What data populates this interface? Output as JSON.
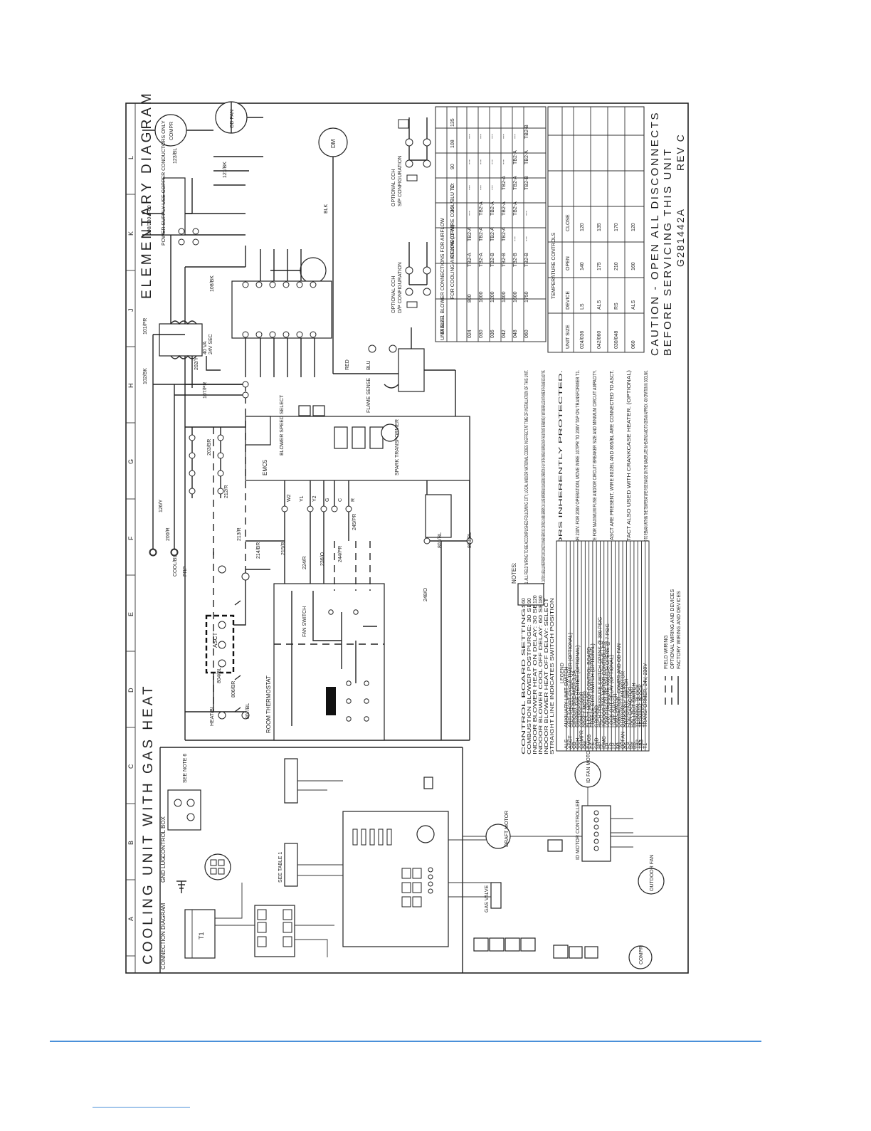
{
  "diagram": {
    "left_title": "COOLING UNIT WITH GAS HEAT",
    "right_title": "ELEMENTARY DIAGRAM",
    "connection_diagram_label": "CONNECTION DIAGRAM",
    "control_box_label": "CONTROL BOX",
    "gnd_lug_label": "GND LUG",
    "power_supply_label": "POWER SUPPLY USE COPPER CONDUCTORS ONLY",
    "power_supply_voltage": "208/230-3-60",
    "caution_line1": "CAUTION - OPEN ALL DISCONNECTS",
    "caution_line2": "BEFORE SERVICING THIS UNIT",
    "drawing_number": "G281442A",
    "revision": "REV C",
    "grid_letters": [
      "A",
      "B",
      "C",
      "D",
      "E",
      "F",
      "G",
      "H",
      "J",
      "K",
      "L"
    ],
    "transformer_label": "T1",
    "transformer_rating": "40 VA",
    "transformer_sec": "24V SEC",
    "room_thermostat_label": "ROOM THERMOSTAT",
    "fan_switch_label": "FAN SWITCH",
    "ignition_board_label": "EMC5",
    "board_terms": [
      "W2",
      "Y1",
      "Y2",
      "G",
      "C",
      "R"
    ],
    "spark_transformer_label": "SPARK TRANSFORMER",
    "blower_speed_label": "BLOWER SPEED SELECT",
    "flame_sense_label": "FLAME SENSE",
    "gas_valve_label": "GAS VALVE",
    "draft_motor_label": "DRAFT MOTOR",
    "id_fan_motor_label": "ID FAN MOTOR",
    "id_motor_controller_label": "ID MOTOR CONTROLLER",
    "outdoor_fan_label": "OUTDOOR FAN",
    "compr_label": "COMPR",
    "od_fan_label": "OD FAN",
    "dm_label": "DM",
    "asct_label": "ASCT",
    "optional_ccm_label": "OPTIONAL CCH",
    "optional_ccm_s_label": "S/P CONFIGURATION",
    "optional_ccm_d_label": "D/P CONFIGURATION",
    "see_table_label": "SEE TABLE 1",
    "see_note_label": "SEE NOTE 6",
    "wire_labels": [
      "101/PR",
      "102/BK",
      "107/PR",
      "108/BK",
      "121/BK",
      "123/BL",
      "126/Y",
      "200/R",
      "202/Y",
      "203/BR",
      "212/R",
      "213/R",
      "214/BR",
      "215/R",
      "224/R",
      "236/O",
      "244/PR",
      "245/PR",
      "248/O",
      "801/BL",
      "803/BL",
      "804/BL",
      "806/BR",
      "807/BL",
      "HEAT/BL",
      "COOL/BL",
      "PRP",
      "BLK",
      "RED",
      "BLU"
    ],
    "table1": {
      "title": "TABLE 1 BLOWER CONNECTIONS FOR AIRFLOW",
      "columns": [
        "UNIT SIZE",
        "FOR COOLING AIRFLOW (CFM)",
        "CONNECT WIRE COOL/BLU TO:",
        "45",
        "72",
        "90",
        "108",
        "135"
      ],
      "rows": [
        [
          "024",
          "800",
          "TB2-A",
          "TB2-A",
          "---",
          "---",
          "---",
          "---"
        ],
        [
          "030",
          "1000",
          "TB2-A",
          "TB2-A",
          "TB2-A",
          "---",
          "---",
          "---"
        ],
        [
          "036",
          "1200",
          "TB2-B",
          "TB2-A",
          "TB2-A",
          "---",
          "---",
          "---"
        ],
        [
          "042",
          "1400",
          "TB2-B",
          "TB2-A",
          "TB2-A",
          "TB2-A",
          "---",
          "---"
        ],
        [
          "048",
          "1600",
          "TB2-B",
          "---",
          "TB2-A",
          "TB2-A",
          "TB2-A",
          "---"
        ],
        [
          "060",
          "1750",
          "TB2-B",
          "---",
          "---",
          "TB2-B",
          "TB2-A",
          "TB2-B"
        ]
      ]
    },
    "temperature_controls": {
      "title": "TEMPERATURE CONTROLS",
      "columns": [
        "UNIT SIZE",
        "DEVICE",
        "OPEN",
        "CLOSE"
      ],
      "rows": [
        [
          "024/036",
          "LS",
          "140",
          "120"
        ],
        [
          "042/060",
          "ALS",
          "175",
          "135"
        ],
        [
          "030/048",
          "RS",
          "210",
          "170"
        ],
        [
          "060",
          "ALS",
          "160",
          "120"
        ]
      ]
    },
    "notes_title": "NOTES:",
    "notes": [
      "1. ALL FIELD WIRING TO BE ACCOMPLISHED FOLLOWING CITY, LOCAL AND/OR NATIONAL CODES IN EFFECT AT TIME OF INSTALLATION OF THIS UNIT.",
      "2. CAUTION: LABEL ALL WIRES PRIOR TO DISCONNECTION WHEN SERVICING CONTROLS. WIRING ERRORS CAN CAUSE IMPROPER AND DANGEROUS OPERATION. IF ANY OF THE WIRE AS SUPPLIED WITH THE UNIT MUST BE REMOVED, IT MUST BE REPLACED WITH WIRE OF THE SAME SIZE AND TYPE.",
      "3. MOTORS INHERENTLY PROTECTED.",
      "4. FACTORY WIRED FOR 230V. FOR 208V OPERATION, MOVE WIRE 107/PR TO 208V TAP ON TRANSFORMER T1.",
      "5. SEE UNIT NAMEPLATE FOR MAXIMUM FUSE AND/OR CIRCUIT BREAKER SIZE AND MINIMUM CIRCUIT AMPACITY.",
      "6. IF BOTH LR AND ASCT ARE PRESENT, WIRE 802/BL AND 805/BL ARE CONNECTED TO ASCT.",
      "7. SHUNT CONTACT ALSO USED WITH CRANKCASE HEATER. (OPTIONAL)",
      "8. SELECT INDOOR BLOWER SPEED TO REMAIN WITHIN THE TEMPERATURE RISE RANGE ON THE NAMEPLATE IN HEATING AND TO OBTAIN APPROX. 400 CFM/TON IN COOLING."
    ],
    "control_board_settings": [
      "CONTROL BOARD SETTINGS:",
      "COMBUSTION BLOWER POSTPURGE: 30 SEC",
      "INDOOR BLOWER HEAT ON DELAY: 30 SEC",
      "INDOOR BLOWER COOL OFF DELAY: 60 SEC",
      "INDOOR BLOWER HEAT OFF DELAY: SELECT",
      "STRAIGHT LINE INDICATES SWITCH POSITION"
    ],
    "legend_title": "LEGEND",
    "legend": [
      [
        "ALS",
        "AUXILIARY LIMIT SWITCH"
      ],
      [
        "ASCT",
        "ANTI SHORT CYCLE TIMER (OPTIONAL)"
      ],
      [
        "CB",
        "CIRCUIT BREAKER 3.2A"
      ],
      [
        "CCH",
        "CRANKCASE HEATER (OPTIONAL)"
      ],
      [
        "COMPR",
        "COMPRESSOR"
      ],
      [
        "DM",
        "DRAFT MOTOR"
      ],
      [
        "EMCB",
        "ELECT MOTOR CONTROL BOARD"
      ],
      [
        "FS",
        "FREEZE STAT SWITCH (OPTIONAL)"
      ],
      [
        "GND",
        "GROUND"
      ],
      [
        "HP",
        "HIGH PRESSURE SWITCH OPENS @ 380 PSIG"
      ],
      [
        "IDMC",
        "INDOOR FAN MOTOR CONTROLLER"
      ],
      [
        "LP",
        "LOW PRESSURE SWITCH OPENS @ 7 PSIG"
      ],
      [
        "LR",
        "LOCK OUT RELAY (OPTIONAL)"
      ],
      [
        "LS",
        "LIMIT SWITCH"
      ],
      [
        "M1",
        "CONTACTOR, COMPR AND OD FAN"
      ],
      [
        "ODFAN",
        "OUTDOOR FAN MOTOR"
      ],
      [
        "PS",
        "PRESSURE SWITCH"
      ],
      [
        "RC",
        "RUN CAPACITOR"
      ],
      [
        "RS",
        "ROLLOUT SWITCH"
      ],
      [
        "TB2",
        "TERMINAL BLOCK"
      ],
      [
        "TB3",
        "TERMINAL BLOCK"
      ],
      [
        "T1",
        "TRANSFORMER, 24V, 230V"
      ]
    ],
    "line_key": [
      "FIELD WIRING",
      "OPTIONAL WIRING AND DEVICES",
      "FACTORY WIRING AND DEVICES"
    ],
    "speed_taps": [
      "60",
      "90",
      "120",
      "180"
    ]
  }
}
